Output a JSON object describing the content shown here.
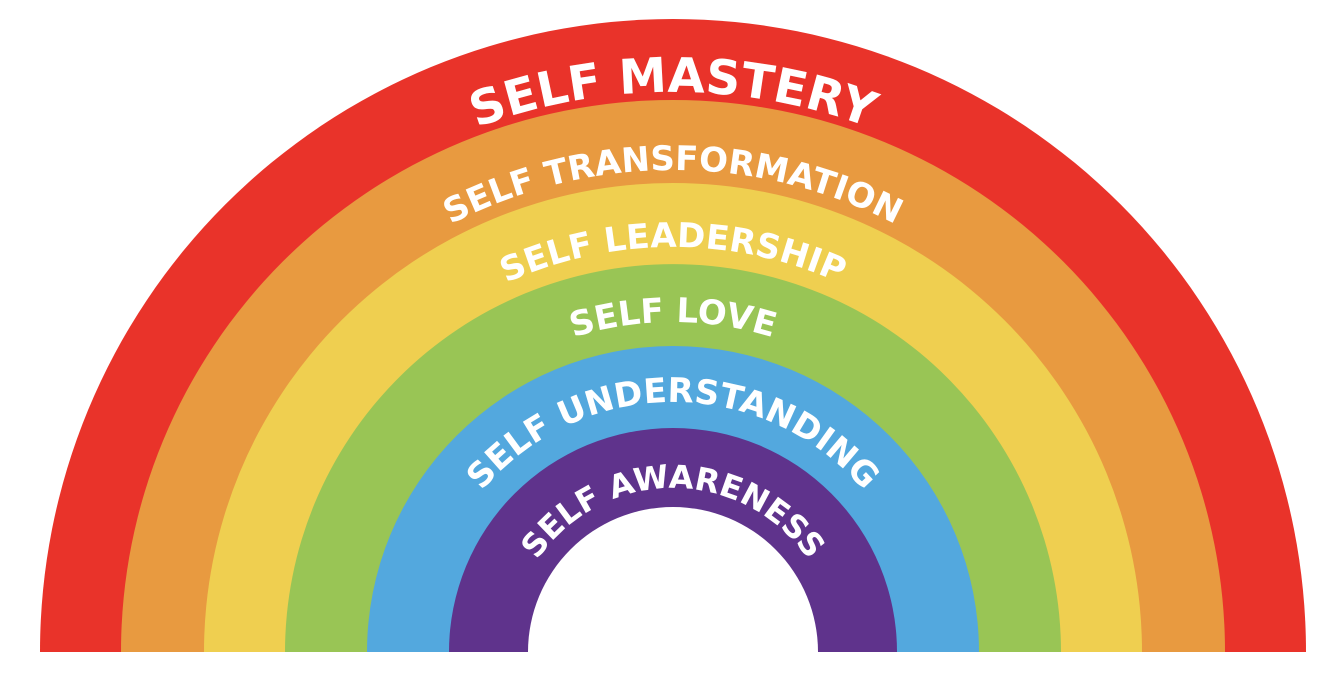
{
  "diagram": {
    "bands": [
      {
        "label": "SELF MASTERY",
        "color": "#E9332A"
      },
      {
        "label": "SELF TRANSFORMATION",
        "color": "#E89A40"
      },
      {
        "label": "SELF LEADERSHIP",
        "color": "#EFCF50"
      },
      {
        "label": "SELF LOVE",
        "color": "#99C555"
      },
      {
        "label": "SELF UNDERSTANDING",
        "color": "#53A8DE"
      },
      {
        "label": "SELF AWARENESS",
        "color": "#5F338C"
      }
    ],
    "background": "#FFFFFF"
  }
}
